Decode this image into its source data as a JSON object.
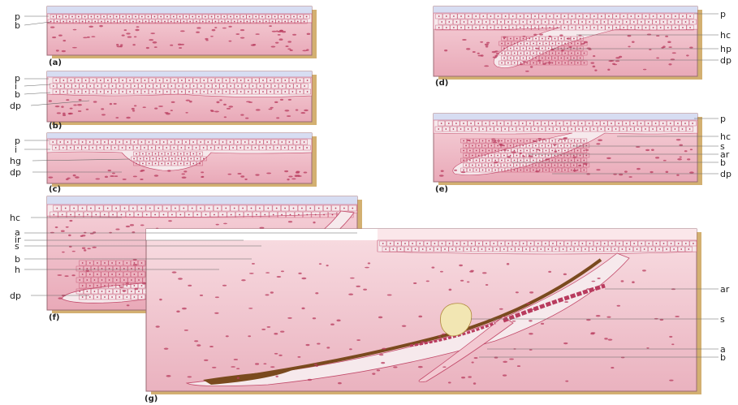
{
  "panels": [
    {
      "id": "a",
      "caption": "(a)",
      "labels": [
        "p",
        "b"
      ]
    },
    {
      "id": "b",
      "caption": "(b)",
      "labels": [
        "p",
        "i",
        "b",
        "dp"
      ]
    },
    {
      "id": "c",
      "caption": "(c)",
      "labels": [
        "p",
        "i",
        "hg",
        "dp"
      ]
    },
    {
      "id": "d",
      "caption": "(d)",
      "labels": [
        "p",
        "hc",
        "hp",
        "dp"
      ]
    },
    {
      "id": "e",
      "caption": "(e)",
      "labels": [
        "p",
        "hc",
        "s",
        "ar",
        "b",
        "dp"
      ]
    },
    {
      "id": "f",
      "caption": "(f)",
      "labels": [
        "hc",
        "a",
        "ir",
        "s",
        "b",
        "h",
        "dp"
      ]
    },
    {
      "id": "g",
      "caption": "(g)",
      "labels": [
        "ar",
        "s",
        "a",
        "b"
      ]
    }
  ],
  "colors": {
    "dermis": "#f1c2cc",
    "dermis_light": "#f7d9de",
    "epidermis": "#f6e9ec",
    "epidermis_outline": "#c24a6a",
    "nucleus": "#b83b5e",
    "sky": "#d7ddf2",
    "gland": "#f2e6b3",
    "hair": "#7a4a1e",
    "shadow": "#d3b071",
    "leader": "#666666"
  }
}
